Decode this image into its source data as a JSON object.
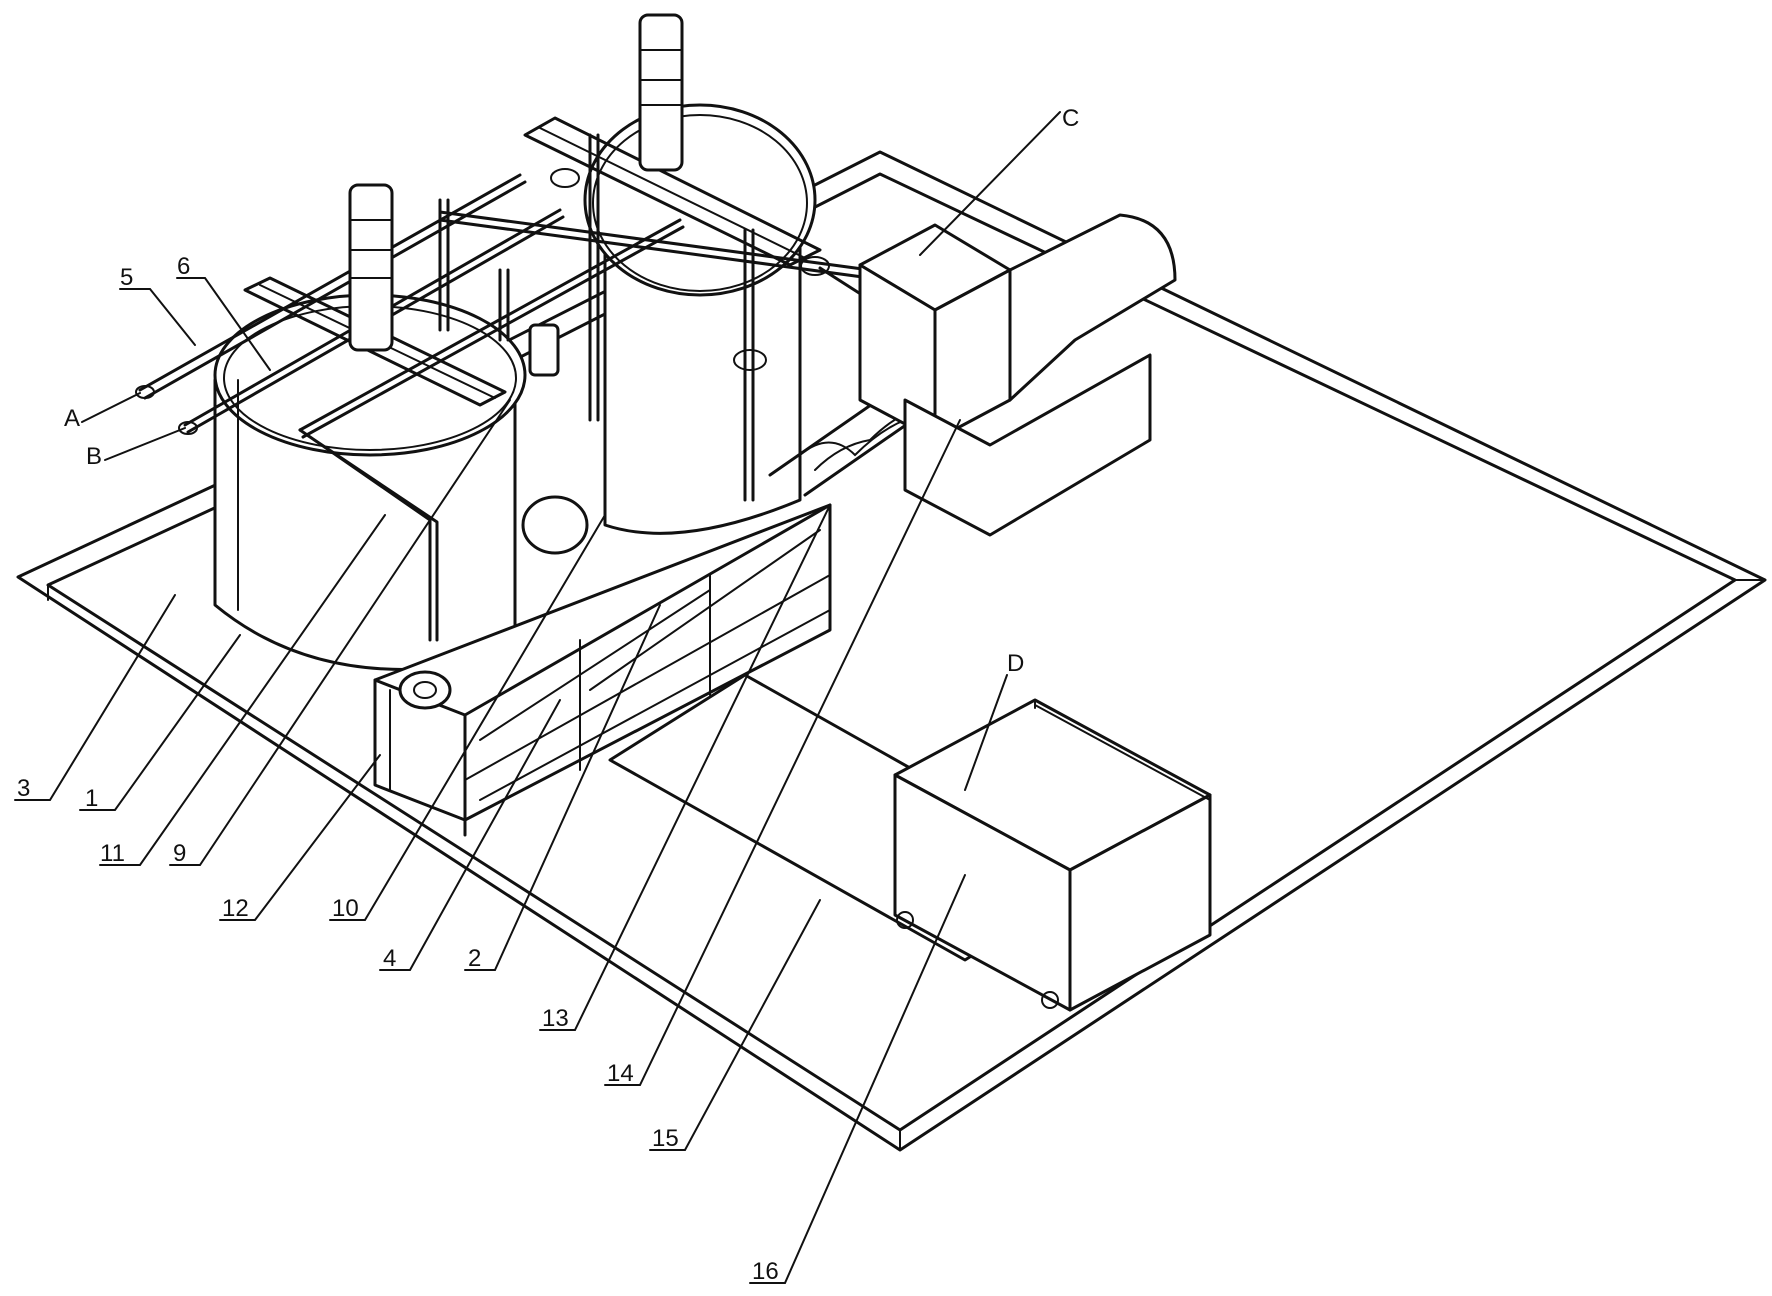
{
  "figure": {
    "callouts": [
      {
        "id": "c5",
        "text": "5"
      },
      {
        "id": "c6",
        "text": "6"
      },
      {
        "id": "cA",
        "text": "A"
      },
      {
        "id": "cB",
        "text": "B"
      },
      {
        "id": "cC",
        "text": "C"
      },
      {
        "id": "cD",
        "text": "D"
      },
      {
        "id": "c3",
        "text": "3"
      },
      {
        "id": "c1",
        "text": "1"
      },
      {
        "id": "c11",
        "text": "11"
      },
      {
        "id": "c9",
        "text": "9"
      },
      {
        "id": "c12",
        "text": "12"
      },
      {
        "id": "c10",
        "text": "10"
      },
      {
        "id": "c4",
        "text": "4"
      },
      {
        "id": "c2",
        "text": "2"
      },
      {
        "id": "c13",
        "text": "13"
      },
      {
        "id": "c14",
        "text": "14"
      },
      {
        "id": "c15",
        "text": "15"
      },
      {
        "id": "c16",
        "text": "16"
      }
    ]
  }
}
